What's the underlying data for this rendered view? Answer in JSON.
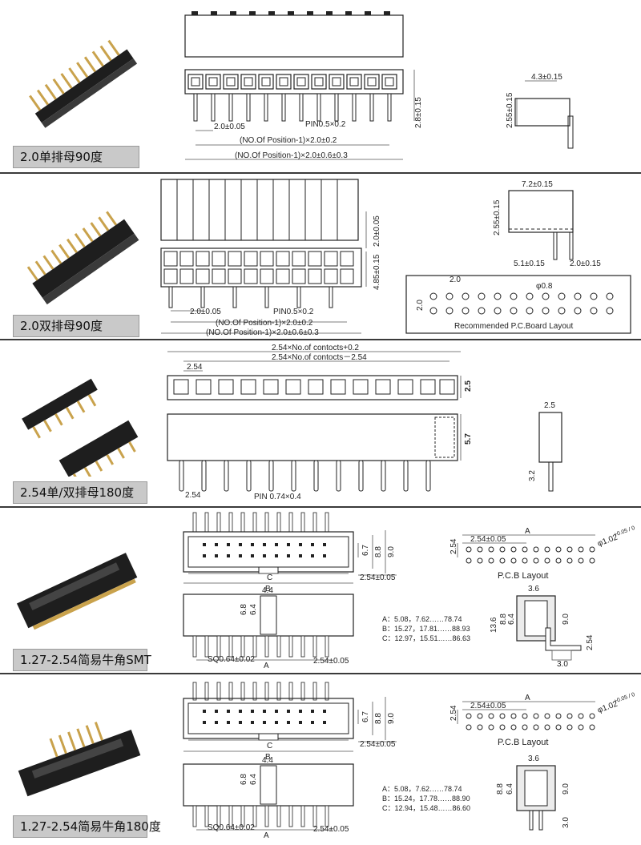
{
  "sections": [
    {
      "caption": "2.0单排母90度",
      "dims": {
        "pitch": "2.0±0.05",
        "pin": "PIN0.5×0.2",
        "span1": "(NO.Of Position-1)×2.0±0.2",
        "span2": "(NO.Of Position-1)×2.0±0.6±0.3",
        "height": "2.8±0.15",
        "side_w": "4.3±0.15",
        "side_h": "2.55±0.15"
      }
    },
    {
      "caption": "2.0双排母90度",
      "dims": {
        "pitch": "2.0±0.05",
        "pin": "PIN0.5×0.2",
        "span1": "(NO.Of Position-1)×2.0±0.2",
        "span2": "(NO.Of Position-1)×2.0±0.6±0.3",
        "row_pitch": "2.0±0.05",
        "height": "4.85±0.15",
        "side_w": "7.2±0.15",
        "side_h": "2.55±0.15",
        "side_a": "5.1±0.15",
        "side_b": "2.0±0.15",
        "pcb_x": "2.0",
        "pcb_y": "2.0",
        "pcb_hole": "φ0.8",
        "pcb_title": "Recommended P.C.Board Layout"
      }
    },
    {
      "caption": "2.54单/双排母180度",
      "dims": {
        "span1": "2.54×No.of contocts+0.2",
        "span2": "2.54×No.of contocts－2.54",
        "pitch": "2.54",
        "top_h": "2.5",
        "body_h": "5.7",
        "pin": "PIN 0.74×0.4",
        "side_w": "2.5",
        "side_h": "3.2"
      }
    },
    {
      "caption": "1.27-2.54简易牛角SMT",
      "dims": {
        "h1": "6.7",
        "h2": "8.8",
        "h3": "9.0",
        "pitch": "2.54±0.05",
        "c": "C",
        "b": "B",
        "a": "A",
        "w44": "4.4",
        "v68": "6.8",
        "v64": "6.4",
        "sq": "SQ0.64±0.02",
        "pitch2": "2.54±0.05",
        "list_a": "A：5.08，7.62……78.74",
        "list_b": "B：15.27，17.81……88.93",
        "list_c": "C：12.97，15.51……86.63",
        "pcb_pitch": "2.54±0.05",
        "pcb_v": "2.54",
        "pcb_a": "A",
        "pcb_hole": "φ1.02",
        "pcb_tol": "+0.05 / 0",
        "pcb_title": "P.C.B Layout",
        "side_top": "3.6",
        "side_a": "13.6",
        "side_b": "8.8",
        "side_c": "6.4",
        "side_d": "9.0",
        "side_e": "2.54",
        "side_f": "3.0"
      }
    },
    {
      "caption": "1.27-2.54简易牛角180度",
      "dims": {
        "h1": "6.7",
        "h2": "8.8",
        "h3": "9.0",
        "pitch": "2.54±0.05",
        "c": "C",
        "b": "B",
        "a": "A",
        "w44": "4.4",
        "v68": "6.8",
        "v64": "6.4",
        "sq": "SQ0.64±0.02",
        "pitch2": "2.54±0.05",
        "list_a": "A：5.08，7.62……78.74",
        "list_b": "B：15.24，17.78……88.90",
        "list_c": "C：12.94，15.48……86.60",
        "pcb_pitch": "2.54±0.05",
        "pcb_v": "2.54",
        "pcb_a": "A",
        "pcb_hole": "φ1.02",
        "pcb_tol": "+0.05 / 0",
        "pcb_title": "P.C.B Layout",
        "side_top": "3.6",
        "side_b": "8.8",
        "side_c": "6.4",
        "side_d": "9.0",
        "side_f": "3.0"
      }
    }
  ]
}
